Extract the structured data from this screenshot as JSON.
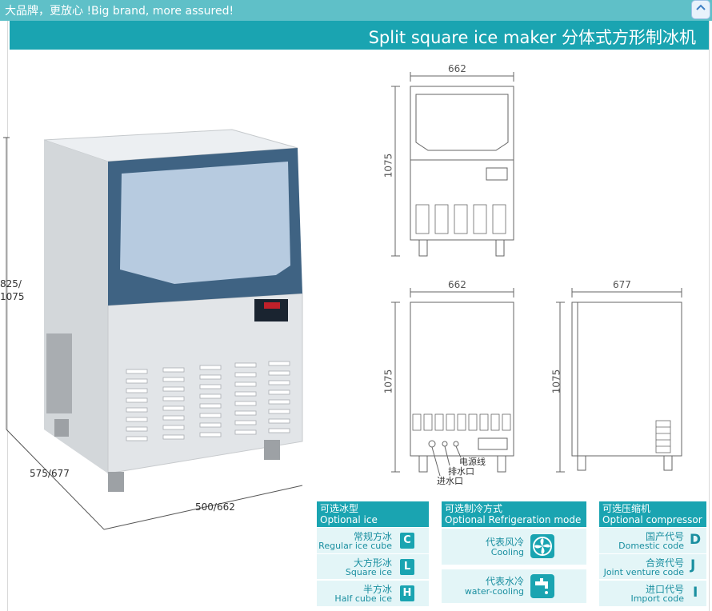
{
  "header": {
    "promo_text": "大品牌，更放心 !Big brand, more assured!",
    "title": "Split square ice maker 分体式方形制冰机"
  },
  "photo": {
    "height_label_top": "825/",
    "height_label_bottom": "1075",
    "depth_label": "575/677",
    "width_label": "500/662"
  },
  "drawings": {
    "front_top": {
      "width": "662",
      "height": "1075"
    },
    "front_bottom": {
      "width": "662",
      "height": "1075",
      "labels": [
        "电源线",
        "排水口",
        "进水口"
      ]
    },
    "side": {
      "depth": "677",
      "height": "1075"
    }
  },
  "options": {
    "ice": {
      "title_cn": "可选冰型",
      "title_en": "Optional ice",
      "items": [
        {
          "cn": "常规方冰",
          "en": "Regular ice cube",
          "code": "C"
        },
        {
          "cn": "大方形冰",
          "en": "Square ice",
          "code": "L"
        },
        {
          "cn": "半方冰",
          "en": "Half cube ice",
          "code": "H"
        }
      ]
    },
    "cooling": {
      "title_cn": "可选制冷方式",
      "title_en": "Optional Refrigeration mode",
      "items": [
        {
          "cn": "代表风冷",
          "en": "Cooling",
          "icon": "fan-icon"
        },
        {
          "cn": "代表水冷",
          "en": "water-cooling",
          "icon": "water-tap-icon"
        }
      ]
    },
    "compressor": {
      "title_cn": "可选压缩机",
      "title_en": "Optional compressor",
      "items": [
        {
          "cn": "国产代号",
          "en": "Domestic code",
          "code": "D"
        },
        {
          "cn": "合资代号",
          "en": "Joint venture code",
          "code": "J"
        },
        {
          "cn": "进口代号",
          "en": "Import code",
          "code": "I"
        }
      ]
    }
  }
}
